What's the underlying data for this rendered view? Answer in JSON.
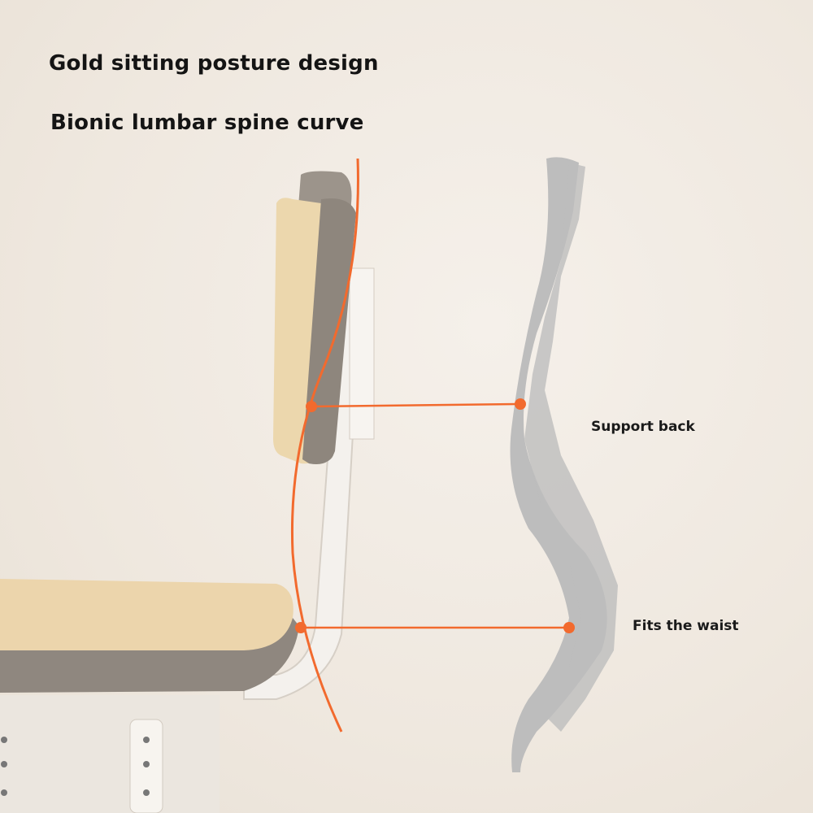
{
  "headline": "Gold sitting posture design",
  "subheadline": "Bionic lumbar spine curve",
  "callouts": {
    "support_back": "Support back",
    "fits_waist": "Fits the waist"
  },
  "colors": {
    "accent": "#f26a2e",
    "wood": "#ecd9b4",
    "frame": "#8f877f",
    "spine": "#bdbdbd"
  }
}
